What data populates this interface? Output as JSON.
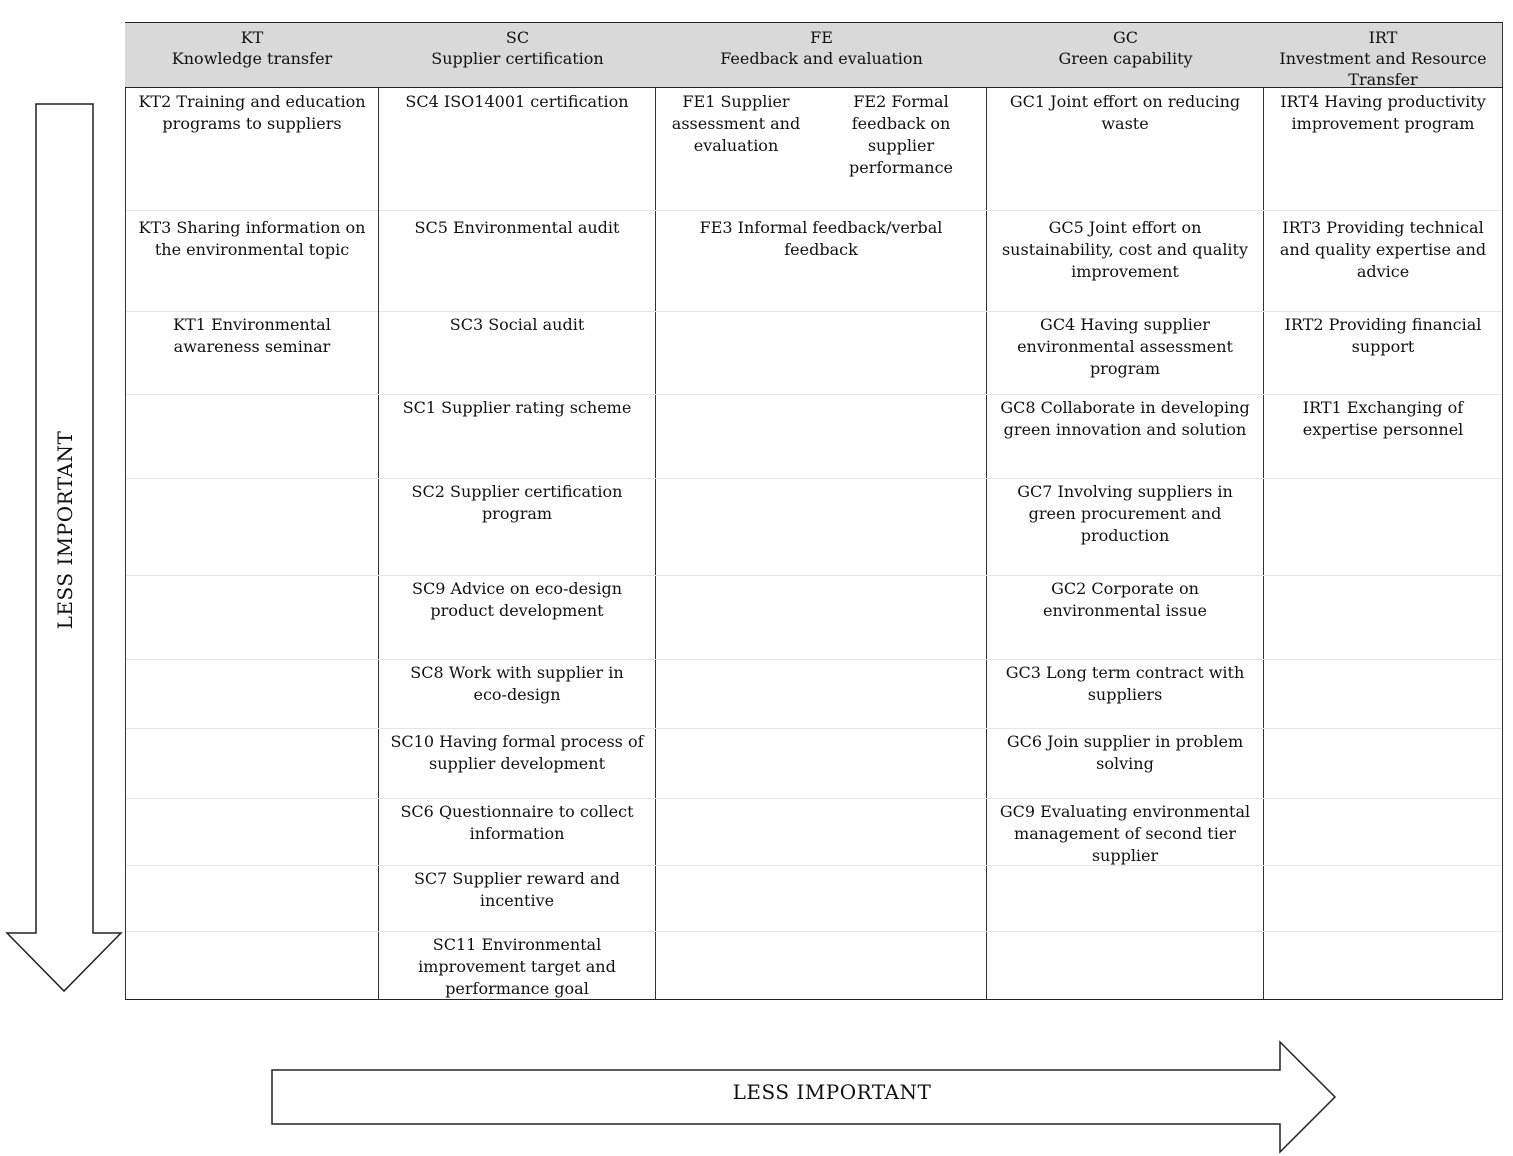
{
  "columns": [
    {
      "code": "KT",
      "name": "Knowledge transfer"
    },
    {
      "code": "SC",
      "name": "Supplier certification"
    },
    {
      "code": "FE",
      "name": "Feedback and evaluation"
    },
    {
      "code": "GC",
      "name": "Green capability"
    },
    {
      "code": "IRT",
      "name": "Investment and Resource Transfer"
    }
  ],
  "kt": [
    "KT2 Training and education programs to suppliers",
    "KT3 Sharing information on the environmental topic",
    "KT1 Environmental awareness seminar"
  ],
  "sc": [
    "SC4 ISO14001 certification",
    "SC5 Environmental audit",
    "SC3 Social audit",
    "SC1 Supplier rating scheme",
    "SC2 Supplier certification program",
    "SC9 Advice on eco-design product development",
    "SC8 Work with supplier in eco-design",
    "SC10 Having formal process of supplier development",
    "SC6 Questionnaire to collect information",
    "SC7 Supplier reward and incentive",
    "SC11 Environmental improvement target and performance goal"
  ],
  "fe": [
    "FE1 Supplier assessment and evaluation",
    "FE2 Formal feedback on supplier performance",
    "FE3 Informal feedback/verbal feedback"
  ],
  "gc": [
    "GC1 Joint effort on reducing waste",
    "GC5 Joint effort on sustainability, cost and quality improvement",
    "GC4 Having supplier environmental assessment program",
    "GC8 Collaborate in developing green innovation and solution",
    "GC7 Involving suppliers in green procurement and production",
    "GC2 Corporate on environmental issue",
    "GC3 Long term contract with suppliers",
    "GC6 Join supplier in problem solving",
    "GC9 Evaluating environmental management of second tier supplier"
  ],
  "irt": [
    "IRT4 Having productivity improvement program",
    "IRT3 Providing technical and quality expertise and advice",
    "IRT2 Providing financial support",
    "IRT1 Exchanging of expertise personnel"
  ],
  "arrows": {
    "vertical_label": "LESS IMPORTANT",
    "horizontal_label": "LESS IMPORTANT"
  }
}
